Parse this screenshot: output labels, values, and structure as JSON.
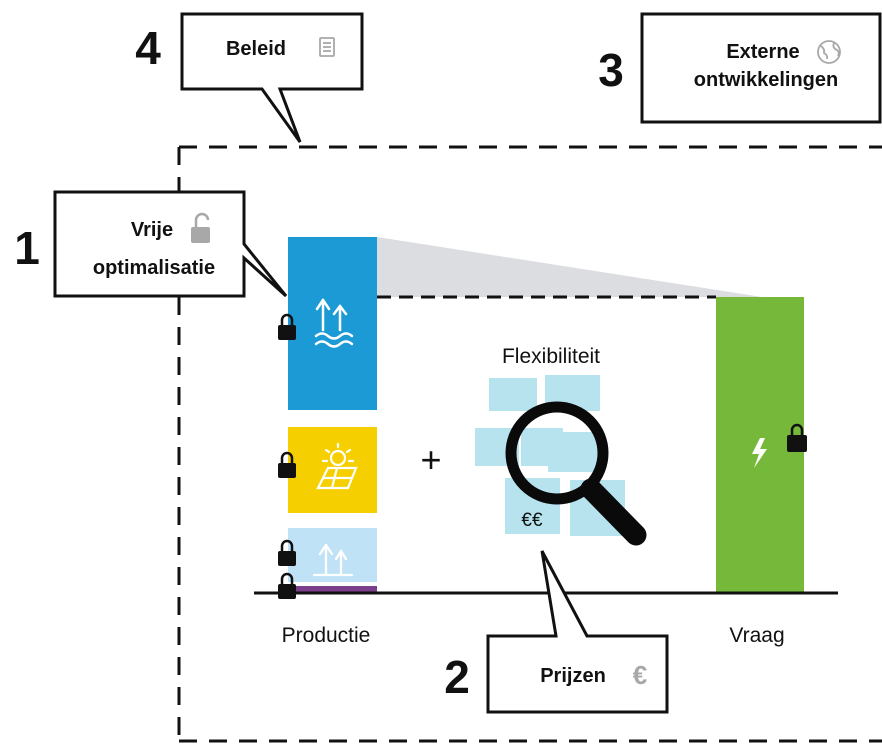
{
  "callouts": [
    {
      "number": "4",
      "text": "Beleid",
      "icon": "document-icon"
    },
    {
      "number": "3",
      "text_line1": "Externe",
      "text_line2": "ontwikkelingen",
      "icon": "globe-icon"
    },
    {
      "number": "1",
      "text_line1": "Vrije",
      "text_line2": "optimalisatie",
      "icon": "open-padlock-icon"
    },
    {
      "number": "2",
      "text": "Prijzen",
      "currency_symbol": "€",
      "icon": "euro-icon"
    }
  ],
  "diagram": {
    "production_label": "Productie",
    "demand_label": "Vraag",
    "flexibility_label": "Flexibiliteit",
    "plus_symbol": "+",
    "price_symbol": "€€",
    "production_blocks": [
      {
        "name": "offshore-wind",
        "icon": "offshore-wind-icon",
        "color": "#1c9ad6",
        "locked": true
      },
      {
        "name": "solar",
        "icon": "solar-panel-icon",
        "color": "#f6cf00",
        "locked": true
      },
      {
        "name": "onshore-wind",
        "icon": "wind-turbine-icon",
        "color": "#bfe2f6",
        "locked": true
      },
      {
        "name": "other",
        "icon": "",
        "color": "#7b3f8c",
        "locked": true
      }
    ],
    "demand_block": {
      "icon": "lightning-icon",
      "color": "#76b83a",
      "locked": true
    },
    "flexibility_icon": "magnifying-glass-icon",
    "flexibility_color": "#b7e3ee"
  }
}
